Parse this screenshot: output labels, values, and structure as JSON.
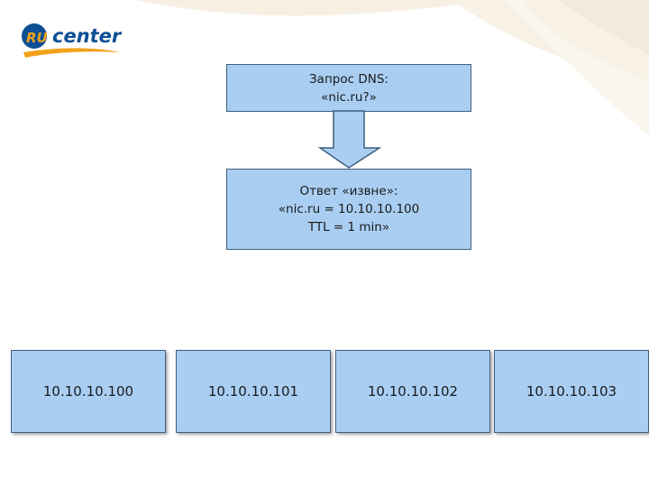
{
  "logo": {
    "mark": "RU",
    "word": "center"
  },
  "query": {
    "lines": [
      "Запрос DNS:",
      "«nic.ru?»"
    ]
  },
  "answer": {
    "lines": [
      "Ответ «извне»:",
      "«nic.ru = 10.10.10.100",
      "TTL = 1 min»"
    ]
  },
  "servers": [
    "10.10.10.100",
    "10.10.10.101",
    "10.10.10.102",
    "10.10.10.103"
  ],
  "colors": {
    "box_fill": "#a9cef2",
    "box_border": "#3f5f7f",
    "logo_blue": "#0d4f95",
    "logo_orange": "#f2a21b"
  }
}
